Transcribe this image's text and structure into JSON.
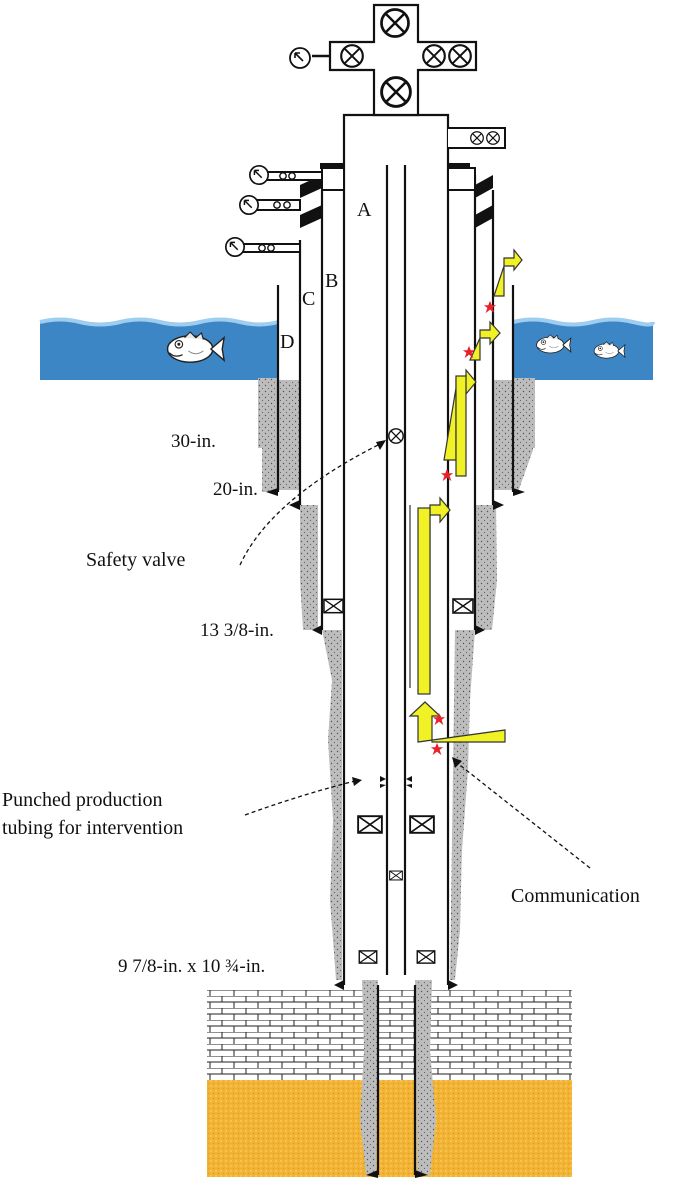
{
  "annulus_labels": {
    "a": "A",
    "b": "B",
    "c": "C",
    "d": "D"
  },
  "casing_labels": {
    "conductor": "30-in.",
    "surface": "20-in.",
    "intermediate": "13 3/8-in.",
    "production": "9 7/8-in. x 10 ¾-in."
  },
  "callouts": {
    "safety_valve": "Safety valve",
    "punched_line1": "Punched production",
    "punched_line2": "tubing for intervention",
    "communication": "Communication"
  },
  "colors": {
    "sea": "#3d86c6",
    "sea_light": "#7db4e0",
    "cement": "#bdbdbd",
    "formation_sand": "#f2b233",
    "flow_arrow": "#f1f226",
    "leak_marker": "#e8202a",
    "steel": "#111111"
  },
  "icons": [
    "valve-icon",
    "pressure-gauge-icon",
    "packer-icon",
    "fish-icon",
    "leak-icon"
  ]
}
